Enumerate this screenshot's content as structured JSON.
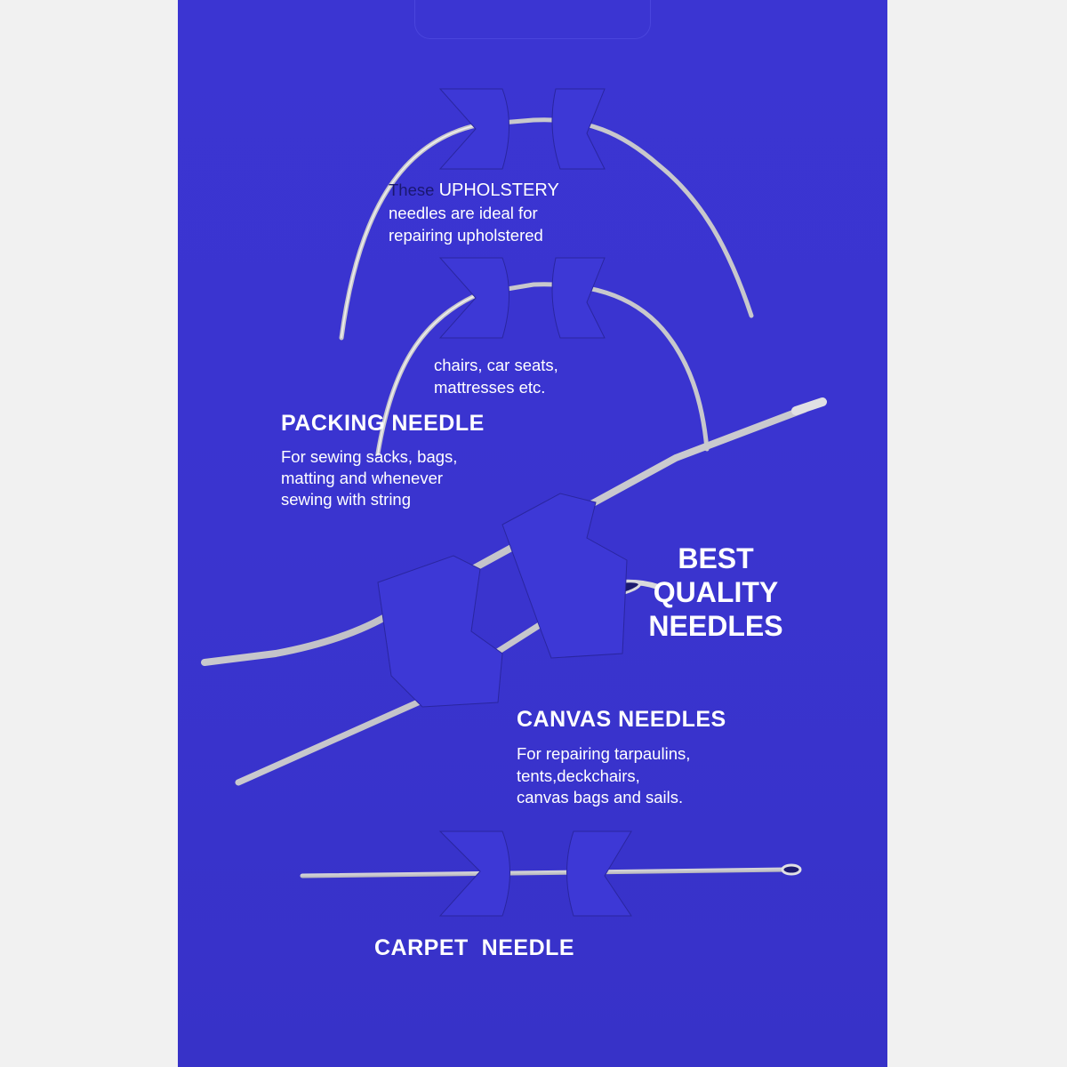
{
  "card": {
    "color": "#3a34cf",
    "tab_color": "#3d38d6",
    "needle_color": "#d8d8dc"
  },
  "upholstery": {
    "line1_prefix": "These ",
    "line1_label": "UPHOLSTERY",
    "line2": "needles are ideal for",
    "line3": "repairing upholstered",
    "line4": "chairs, car seats,",
    "line5": "mattresses etc."
  },
  "packing": {
    "label": "PACKING NEEDLE",
    "lines": [
      "For sewing sacks, bags,",
      "matting and whenever",
      "sewing with string"
    ]
  },
  "hero": {
    "lines": [
      "BEST",
      "QUALITY",
      "NEEDLES"
    ]
  },
  "canvas": {
    "label": "CANVAS NEEDLES",
    "lines": [
      "For repairing tarpaulins,",
      "tents,deckchairs,",
      "canvas bags and sails."
    ]
  },
  "carpet": {
    "label": "CARPET  NEEDLE"
  }
}
